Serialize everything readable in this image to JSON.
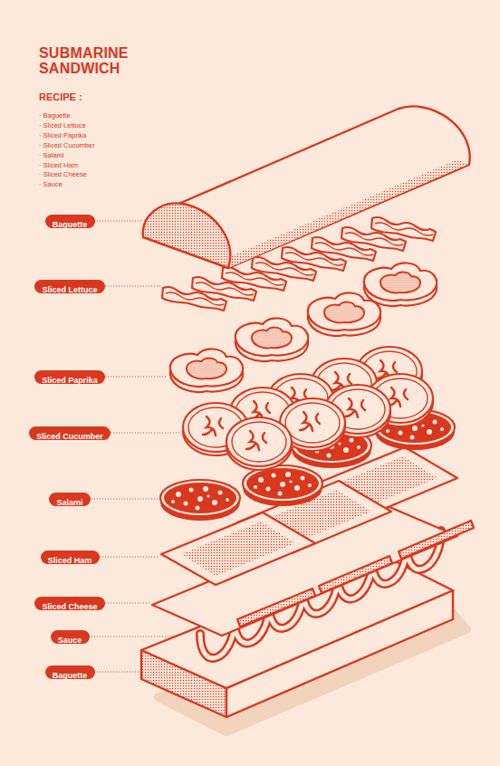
{
  "diagram": {
    "title": "SUBMARINE SANDWICH",
    "nodes": [
      {
        "text": [
          "Baguette"
        ]
      },
      {
        "text": [
          "Sliced Lettuce"
        ]
      },
      {
        "text": [
          "Sliced Paprika"
        ]
      },
      {
        "text": [
          "Sliced Cucumber"
        ]
      },
      {
        "text": [
          "Salami"
        ]
      },
      {
        "text": [
          "Sliced Ham"
        ]
      },
      {
        "text": [
          "Sliced Cheese"
        ]
      },
      {
        "text": [
          "Sauce"
        ]
      },
      {
        "text": [
          "Baguette"
        ]
      }
    ],
    "labels": [
      "RECIPE :",
      "· Baguette",
      "· Sliced Lettuce",
      "· Sliced Paprika",
      "· Sliced Cucumber",
      "· Salami",
      "· Sliced Ham",
      "· Sliced Cheese",
      "· Sauce"
    ]
  }
}
